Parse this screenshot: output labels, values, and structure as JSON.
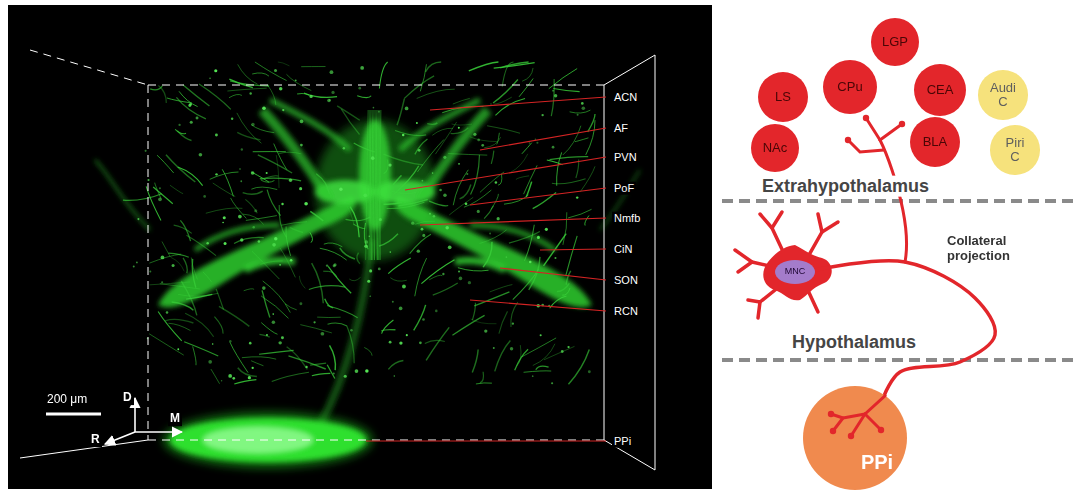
{
  "diagram": {
    "nodes": [
      {
        "text": [
          "LGP"
        ]
      },
      {
        "text": [
          "LS"
        ]
      },
      {
        "text": [
          "CPu"
        ]
      },
      {
        "text": [
          "CEA"
        ]
      },
      {
        "text": [
          "Audi C"
        ]
      },
      {
        "text": [
          "NAc"
        ]
      },
      {
        "text": [
          "BLA"
        ]
      },
      {
        "text": [
          "Piri C"
        ]
      },
      {
        "text": [
          "MNC"
        ]
      },
      {
        "text": [
          "PPi"
        ]
      }
    ],
    "edges": [
      {
        "from": 8,
        "to": 9,
        "arrow": "none"
      }
    ],
    "labels": [
      "ACN",
      "AF",
      "PVN",
      "PoF",
      "Nmfb",
      "CiN",
      "SON",
      "RCN",
      "PPi",
      "200 μm",
      "D",
      "M",
      "R",
      "Extrahypothalamus",
      "Collateral projection",
      "Hypothalamus"
    ]
  }
}
